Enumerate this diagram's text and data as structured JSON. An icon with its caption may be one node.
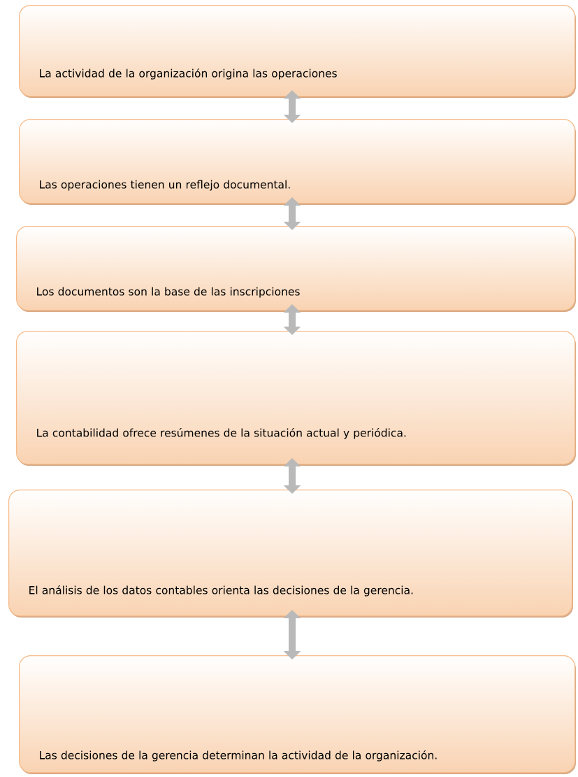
{
  "diagram": {
    "nodes": [
      {
        "text": [
          "La actividad de la organización origina las operaciones"
        ]
      },
      {
        "text": [
          "Las operaciones tienen un reflejo documental."
        ]
      },
      {
        "text": [
          "Los documentos son la base de las inscripciones"
        ]
      },
      {
        "text": [
          "La contabilidad ofrece resúmenes de la situación actual y periódica."
        ]
      },
      {
        "text": [
          "El análisis de los datos contables orienta las decisiones de la gerencia."
        ]
      },
      {
        "text": [
          "Las decisiones de la gerencia determinan la actividad de la organización."
        ]
      }
    ],
    "edges": [
      {
        "from": 0,
        "to": 1,
        "arrow": "both"
      },
      {
        "from": 1,
        "to": 2,
        "arrow": "both"
      },
      {
        "from": 2,
        "to": 3,
        "arrow": "both"
      },
      {
        "from": 3,
        "to": 4,
        "arrow": "both"
      },
      {
        "from": 4,
        "to": 5,
        "arrow": "both"
      }
    ]
  }
}
